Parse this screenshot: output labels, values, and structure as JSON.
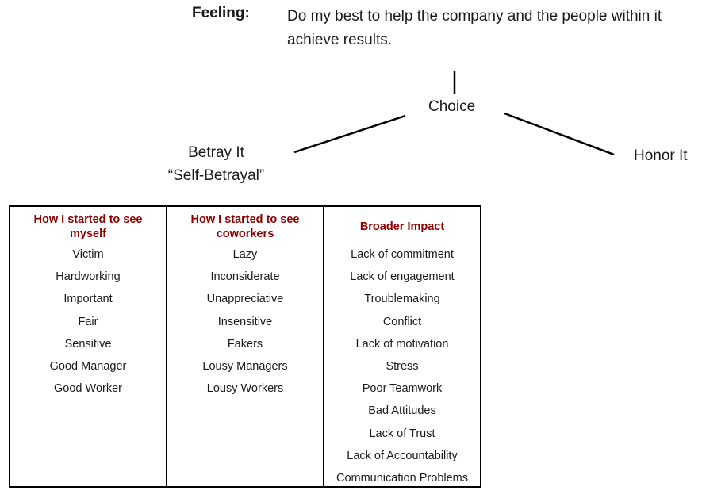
{
  "feeling": {
    "label": "Feeling:",
    "text": "Do my best to help the company and the people within it achieve results."
  },
  "nodes": {
    "choice": "Choice",
    "betray_line1": "Betray It",
    "betray_line2": "“Self-Betrayal”",
    "honor": "Honor It"
  },
  "table": {
    "columns": [
      {
        "header": "How I started to see myself",
        "items": [
          "Victim",
          "Hardworking",
          "Important",
          "Fair",
          "Sensitive",
          "Good Manager",
          "Good Worker"
        ]
      },
      {
        "header": "How I started to see coworkers",
        "items": [
          "Lazy",
          "Inconsiderate",
          "Unappreciative",
          "Insensitive",
          "Fakers",
          "Lousy Managers",
          "Lousy Workers"
        ]
      },
      {
        "header": "Broader Impact",
        "items": [
          "Lack of commitment",
          "Lack of engagement",
          "Troublemaking",
          "Conflict",
          "Lack of motivation",
          "Stress",
          "Poor Teamwork",
          "Bad Attitudes",
          "Lack of Trust",
          "Lack of Accountability",
          "Communication Problems"
        ]
      }
    ]
  },
  "colors": {
    "header_text": "#8b0000",
    "border": "#000000"
  }
}
